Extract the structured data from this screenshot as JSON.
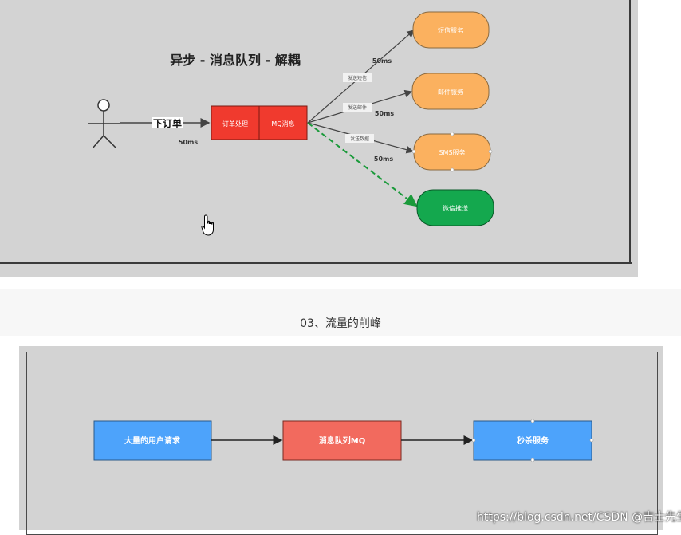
{
  "top": {
    "title": "异步 - 消息队列 - 解耦",
    "order_label": "下订单",
    "order_latency": "50ms",
    "order_box": "订单处理",
    "mq_box": "MQ消息",
    "branches": [
      {
        "label": "发送短信",
        "latency": "50ms",
        "service": "短信服务"
      },
      {
        "label": "发送邮件",
        "latency": "50ms",
        "service": "邮件服务"
      },
      {
        "label": "发送数据",
        "latency": "50ms",
        "service": "SMS服务"
      },
      {
        "label": "",
        "latency": "",
        "service": "微信推送"
      }
    ]
  },
  "section_title": "03、流量的削峰",
  "bottom": {
    "box1": "大量的用户请求",
    "box2": "消息队列MQ",
    "box3": "秒杀服务"
  },
  "watermark": "https://blog.csdn.net/CSDN @吉士先生",
  "colors": {
    "panel_bg": "#d3d3d3",
    "red_box": "#f03a2e",
    "orange_box": "#fbb15f",
    "green_box": "#14a84e",
    "blue_box": "#4da3fb",
    "salmon_box": "#f26a5e"
  }
}
